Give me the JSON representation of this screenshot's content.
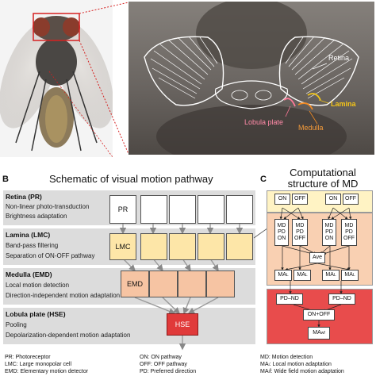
{
  "panel_a": {
    "labels": {
      "retina": "Retina",
      "lamina": "Lamina",
      "medulla": "Medulla",
      "lobula_plate": "Lobula plate"
    }
  },
  "panel_b": {
    "letter": "B",
    "title": "Schematic of visual motion pathway",
    "layers": [
      {
        "title": "Retina (PR)",
        "line1": "Non-linear photo-transduction",
        "line2": "Brightness adaptation"
      },
      {
        "title": "Lamina (LMC)",
        "line1": "Band-pass filtering",
        "line2": "Separation of ON-OFF pathway"
      },
      {
        "title": "Medulla (EMD)",
        "line1": "Local motion detection",
        "line2": "Direction-independent motion adaptation"
      },
      {
        "title": "Lobula plate (HSE)",
        "line1": "Pooling",
        "line2": "Depolarization-dependent motion adaptation"
      }
    ],
    "boxes": {
      "pr": "PR",
      "lmc": "LMC",
      "emd": "EMD",
      "hse": "HSE"
    }
  },
  "panel_c": {
    "letter": "C",
    "title_line1": "Computational",
    "title_line2": "structure of MD",
    "on": "ON",
    "off": "OFF",
    "md_l1": "MD",
    "md_l2": "PD",
    "md_l3": "ON",
    "md_l4": "OFF",
    "ave": "Ave",
    "ma": "MA",
    "ma_sub": "L",
    "pd_nd": "PD–ND",
    "on_off": "ON+OFF",
    "ma_wf_sub": "wf"
  },
  "legend": {
    "col1": [
      "PR: Photoreceptor",
      "LMC: Large monopolar cell",
      "EMD: Elementary motion detector"
    ],
    "col2": [
      "ON: ON pathway",
      "OFF: OFF pathway",
      "PD: Preferred direction"
    ],
    "col3": [
      "MD: Motion detection",
      "MAₗ: Local motion adaptation",
      "MAₗf: Wide field motion adaptation"
    ]
  },
  "colors": {
    "band": "#dcdcdc",
    "lmc": "#fde6a8",
    "emd": "#f6c4a3",
    "hse": "#e03a3a",
    "red_outline": "#d62020"
  }
}
